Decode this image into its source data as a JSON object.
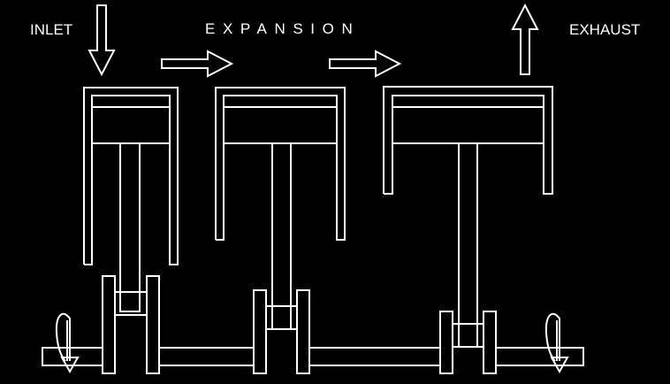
{
  "labels": {
    "inlet": "INLET",
    "expansion": "EXPANSION",
    "exhaust": "EXHAUST"
  },
  "colors": {
    "background": "#000000",
    "line": "#ffffff"
  }
}
